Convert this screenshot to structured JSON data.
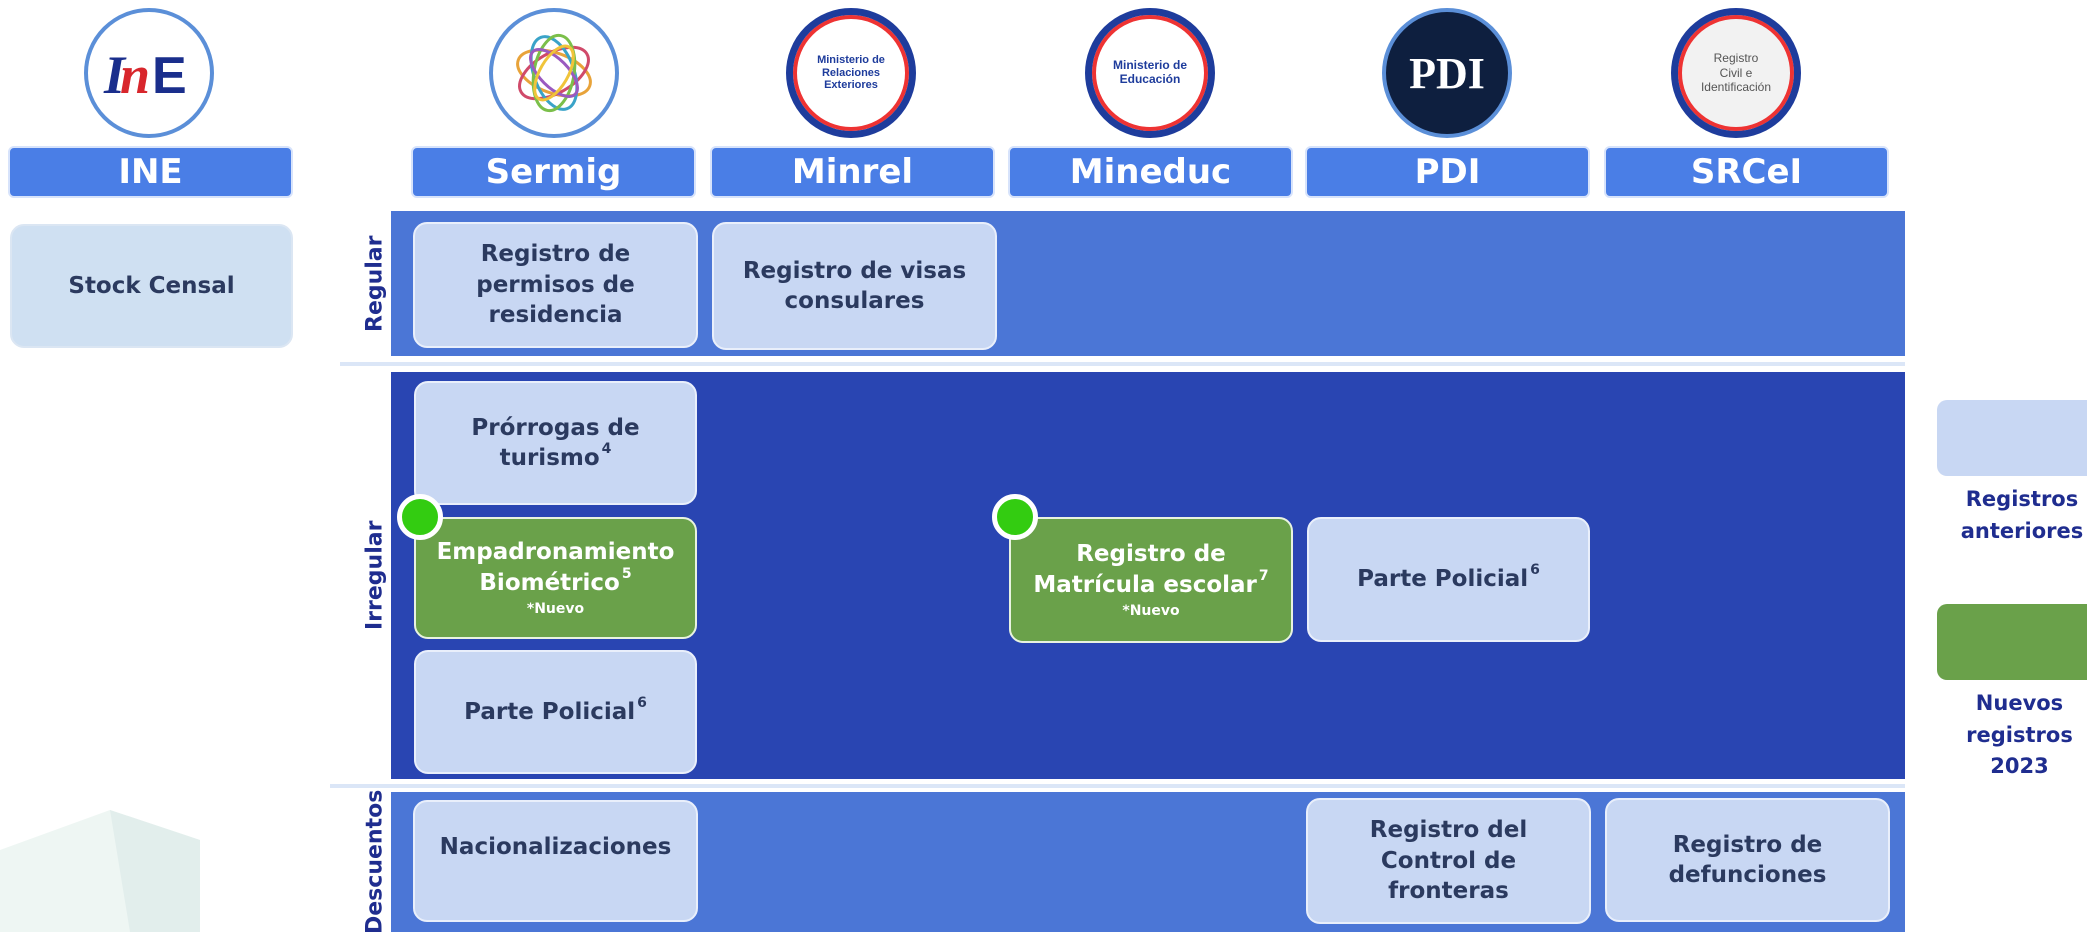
{
  "logos": {
    "ine": "INE",
    "minrel": [
      "Ministerio de",
      "Relaciones",
      "Exteriores"
    ],
    "mineduc": [
      "Ministerio de",
      "Educación"
    ],
    "pdi": "PDI",
    "srcei": [
      "Registro",
      "Civil e",
      "Identificación"
    ]
  },
  "headers": {
    "ine": "INE",
    "sermig": "Sermig",
    "minrel": "Minrel",
    "mineduc": "Mineduc",
    "pdi": "PDI",
    "srcei": "SRCeI"
  },
  "ine_card": "Stock Censal",
  "rows": {
    "regular": "Regular",
    "irregular": "Irregular",
    "descuentos": "Descuentos"
  },
  "cards": {
    "reg_sermig": "Registro de permisos de residencia",
    "reg_minrel": "Registro de visas consulares",
    "irr_prorrogas": "Prórrogas de turismo",
    "irr_prorrogas_sup": "4",
    "irr_empad": "Empadronamiento Biométrico",
    "irr_empad_sup": "5",
    "irr_empad_note": "*Nuevo",
    "irr_parte_sermig": "Parte Policial",
    "irr_parte_sermig_sup": "6",
    "irr_matricula": "Registro de Matrícula escolar",
    "irr_matricula_sup": "7",
    "irr_matricula_note": "*Nuevo",
    "irr_parte_pdi": "Parte Policial",
    "irr_parte_pdi_sup": "6",
    "desc_nac": "Nacionalizaciones",
    "desc_fronteras": "Registro del Control de fronteras",
    "desc_defunciones": "Registro de defunciones"
  },
  "legend": {
    "old": "Registros anteriores",
    "new": "Nuevos registros 2023"
  },
  "colors": {
    "header_blue": "#4a7ee6",
    "band_regular": "#4b76d6",
    "band_irregular": "#2945b2",
    "card_light": "#c8d7f3",
    "card_green": "#6aa14a",
    "dot_green": "#33cc11",
    "label_navy": "#1f2d8f"
  }
}
